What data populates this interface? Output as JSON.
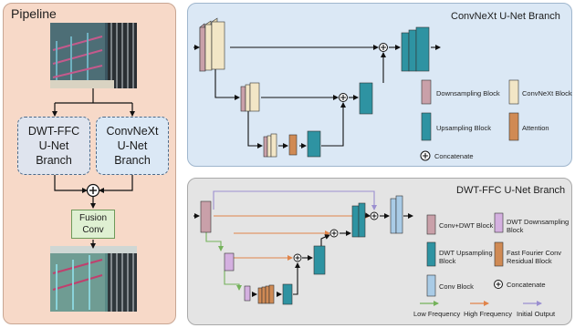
{
  "pipeline": {
    "title": "Pipeline",
    "branch_dwt": "DWT-FFC\nU-Net\nBranch",
    "branch_convnext": "ConvNeXt\nU-Net\nBranch",
    "fusion": "Fusion\nConv"
  },
  "convnext_panel": {
    "title": "ConvNeXt U-Net Branch",
    "legend": {
      "downsampling": "Downsampling Block",
      "convnext": "ConvNeXt Block",
      "upsampling": "Upsampling Block",
      "attention": "Attention",
      "concatenate": "Concatenate"
    }
  },
  "dwt_panel": {
    "title": "DWT-FFC U-Net Branch",
    "legend": {
      "conv_dwt": "Conv+DWT Block",
      "dwt_down": "DWT Downsampling\nBlock",
      "dwt_up": "DWT Upsampling\nBlock",
      "ffc": "Fast Fourier Conv\nResidual Block",
      "conv": "Conv Block",
      "concatenate": "Concatenate",
      "low_freq": "Low Frequency",
      "high_freq": "High Frequency",
      "initial_output": "Initial Output"
    }
  },
  "colors": {
    "pipeline_bg": "#f7d9c8",
    "convnext_bg": "#dbe8f5",
    "dwt_bg": "#e4e4e4",
    "downsampling": "#c9a0a9",
    "convnext": "#f2e6c6",
    "upsampling": "#2e93a2",
    "attention": "#d08a54",
    "dwt_down": "#d4b0e0",
    "conv": "#a9cbe6",
    "low_freq": "#74b25a",
    "high_freq": "#e0844a",
    "initial_output": "#9b8fd0"
  }
}
